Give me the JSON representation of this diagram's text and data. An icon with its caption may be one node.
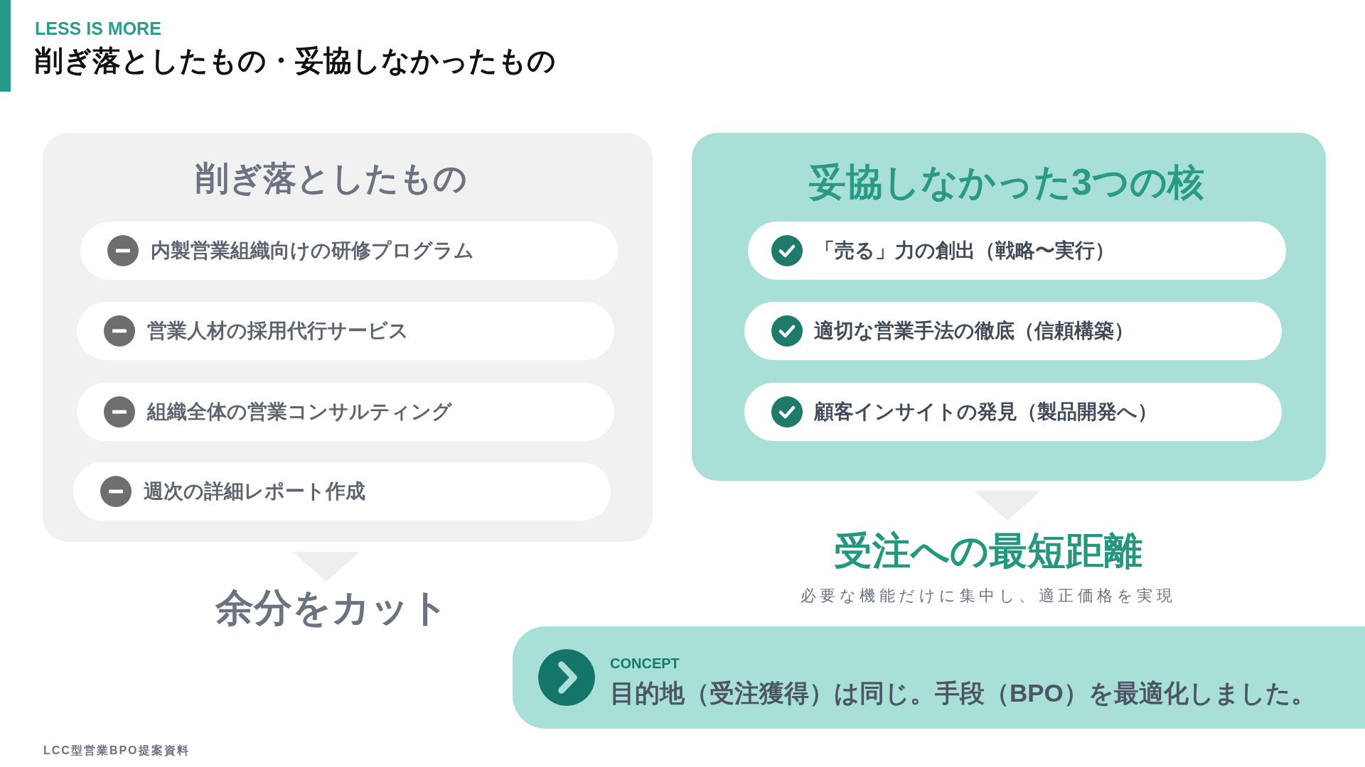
{
  "diagram": {
    "title": "削ぎ落としたもの・妥協しなかったもの",
    "nodes": [
      {
        "text": [
          "削ぎ落としたもの"
        ]
      },
      {
        "text": [
          "内製営業組織向けの研修プログラム"
        ],
        "in": 0
      },
      {
        "text": [
          "営業人材の採用代行サービス"
        ],
        "in": 0
      },
      {
        "text": [
          "組織全体の営業コンサルティング"
        ],
        "in": 0
      },
      {
        "text": [
          "週次の詳細レポート作成"
        ],
        "in": 0
      },
      {
        "text": [
          "余分をカット"
        ]
      },
      {
        "text": [
          "妥協しなかった3つの核"
        ]
      },
      {
        "text": [
          "「売る」力の創出（戦略〜実行）"
        ],
        "in": 6
      },
      {
        "text": [
          "適切な営業手法の徹底（信頼構築）"
        ],
        "in": 6
      },
      {
        "text": [
          "顧客インサイトの発見（製品開発へ）"
        ],
        "in": 6
      },
      {
        "text": [
          "受注への最短距離",
          "必要な機能だけに集中し、適正価格を実現"
        ]
      },
      {
        "text": [
          "CONCEPT",
          "目的地（受注獲得）は同じ。手段（BPO）を最適化しました。"
        ]
      }
    ],
    "edges": [
      {
        "from": 0,
        "to": 5,
        "arrow": "to"
      },
      {
        "from": 6,
        "to": 10,
        "arrow": "to"
      }
    ],
    "labels": [
      "LESS IS MORE",
      "LCC型営業BPO提案資料"
    ]
  }
}
